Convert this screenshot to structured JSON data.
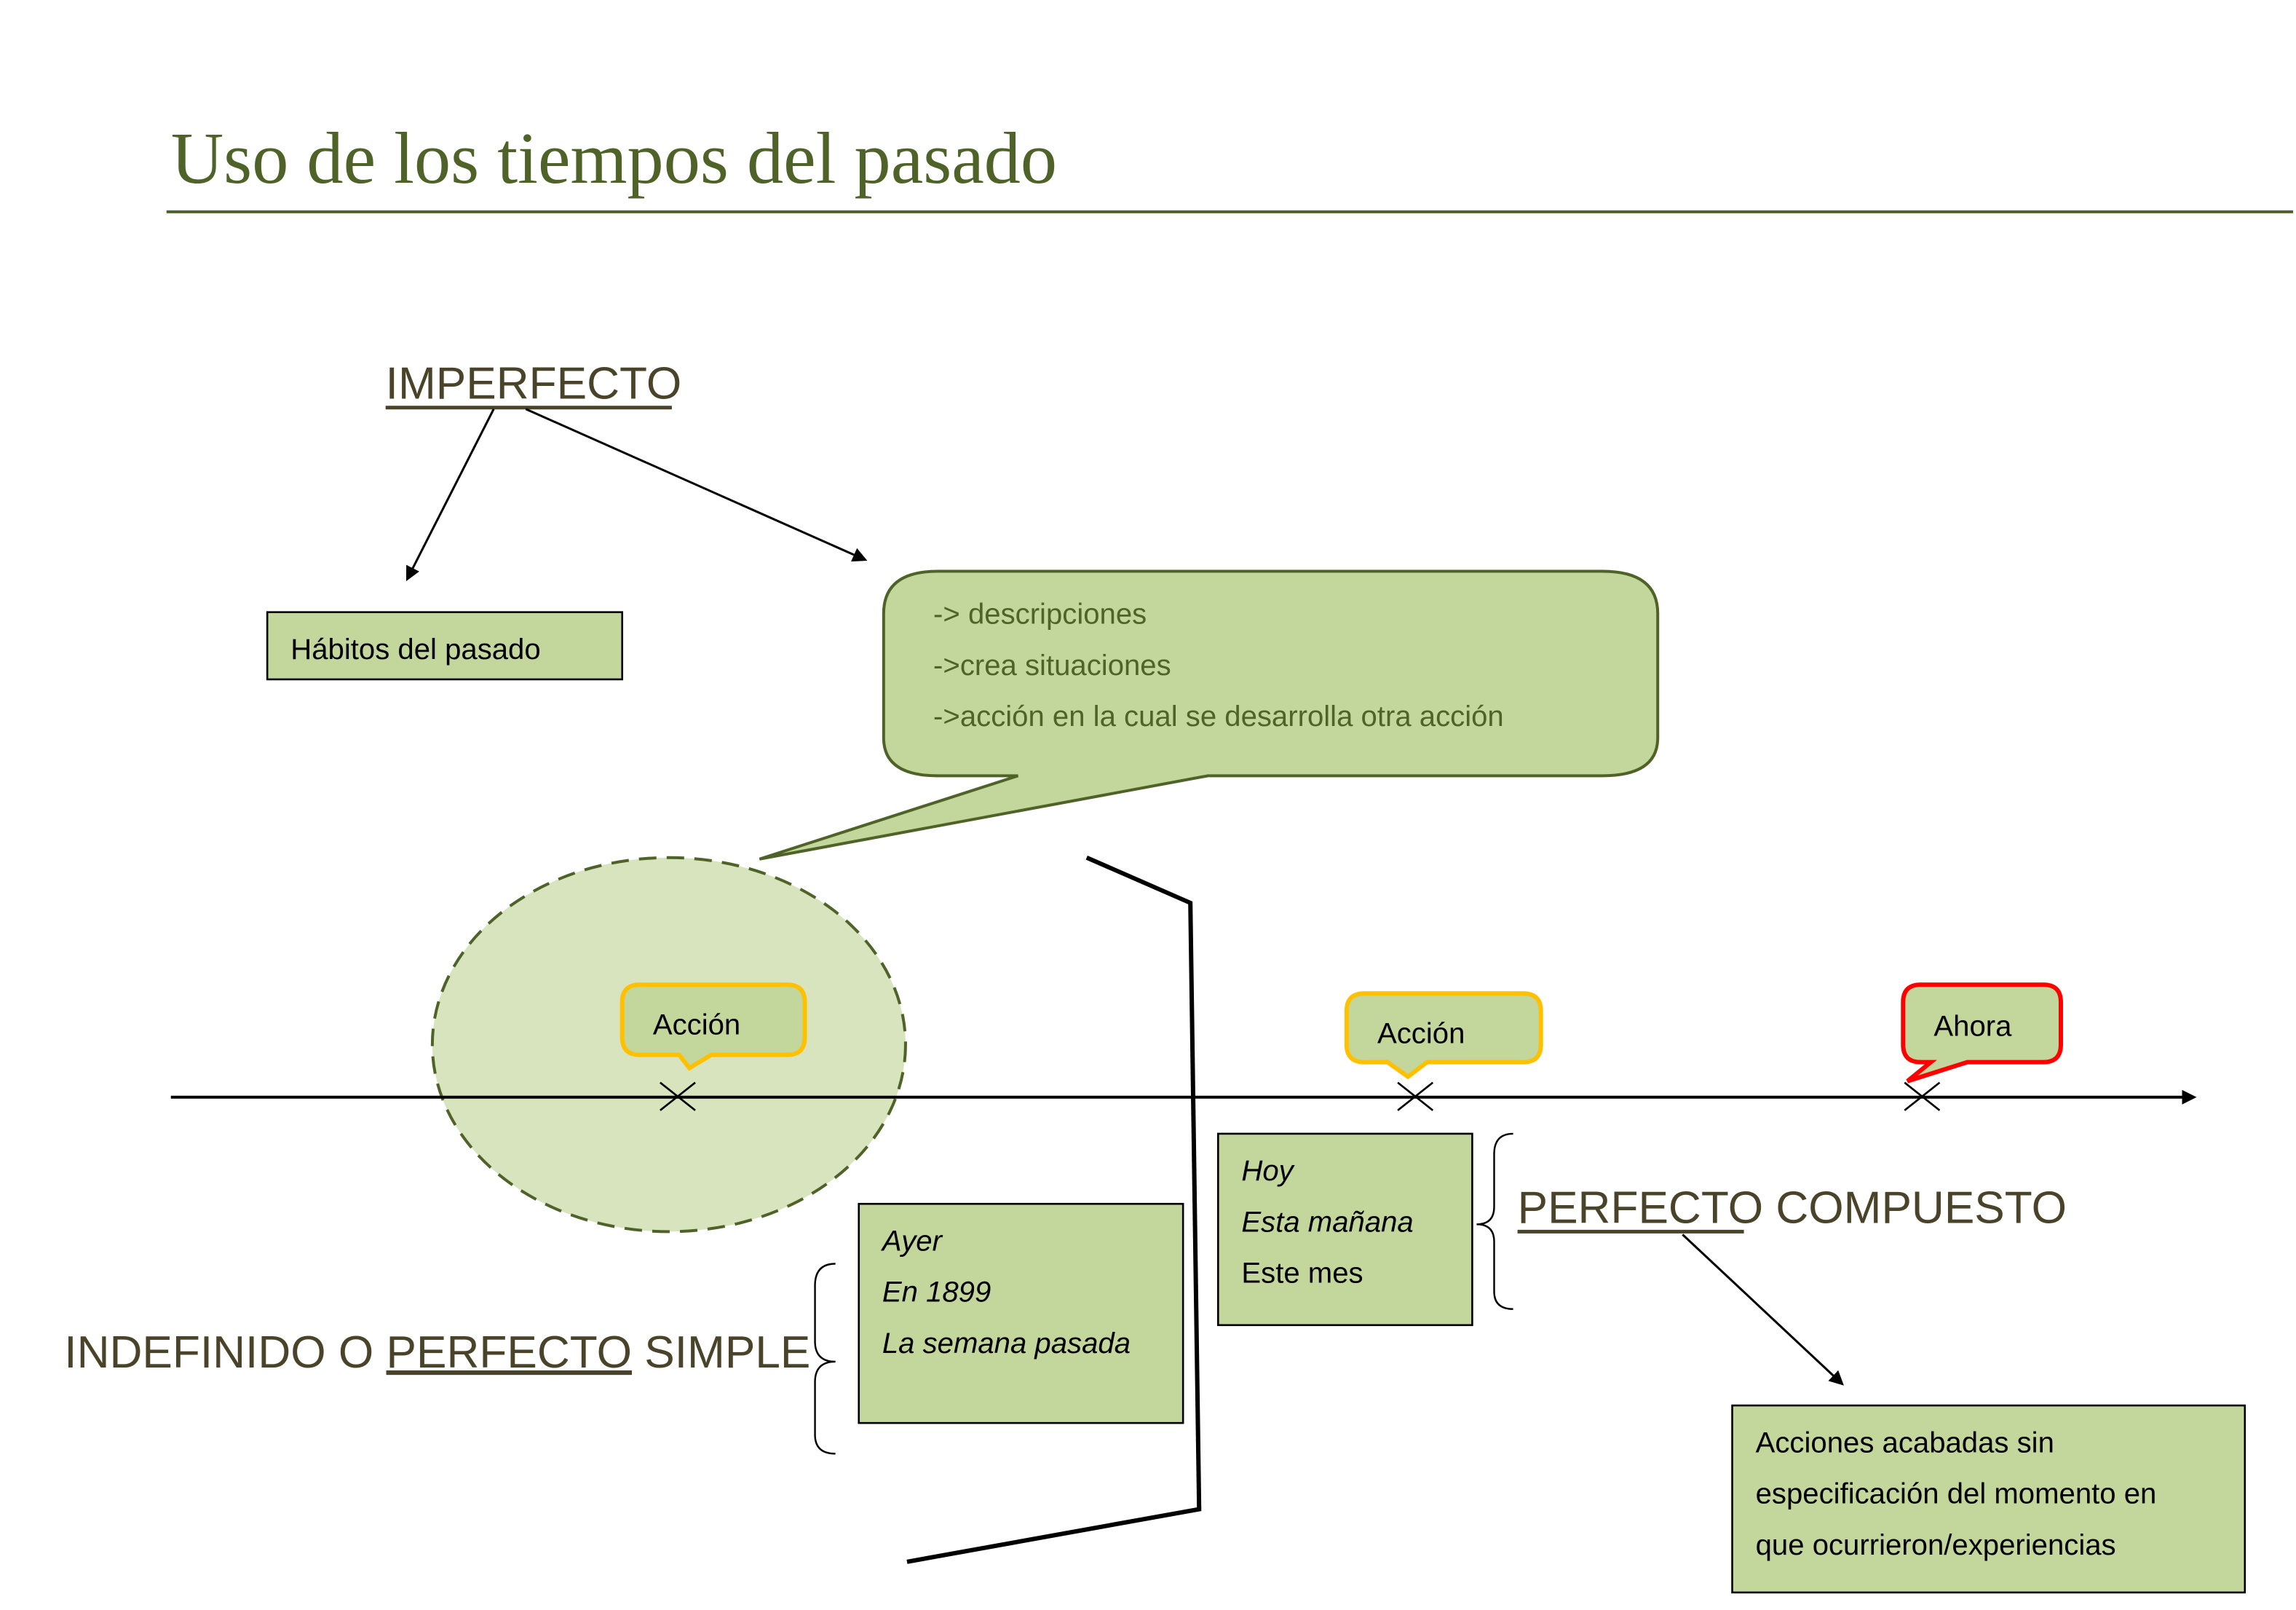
{
  "title": "Uso de los tiempos del pasado",
  "imperfecto": {
    "heading": "IMPERFECTO",
    "habits_box": "Hábitos del pasado",
    "callout_lines": [
      "-> descripciones",
      "->crea situaciones",
      "->acción en la cual se desarrolla otra acción"
    ]
  },
  "timeline": {
    "markers": [
      {
        "label": "Acción",
        "color": "#FFC000"
      },
      {
        "label": "Acción",
        "color": "#FFC000"
      },
      {
        "label": "Ahora",
        "color": "#FF0000"
      }
    ]
  },
  "indefinido": {
    "heading_prefix": "INDEFINIDO O ",
    "heading_underlined": "PERFECTO",
    "heading_suffix": " SIMPLE",
    "examples": [
      "Ayer",
      "En 1899",
      "La semana pasada"
    ]
  },
  "perfecto_compuesto": {
    "heading_underlined": "PERFECTO",
    "heading_suffix": " COMPUESTO",
    "examples": [
      "Hoy",
      "Esta mañana",
      "Este mes"
    ],
    "description_lines": [
      "Acciones acabadas sin",
      "especificación del momento en",
      "que ocurrieron/experiencias"
    ]
  },
  "colors": {
    "accent": "#4F6228",
    "box_fill": "#C3D69B",
    "circle_fill": "#D7E4BD"
  }
}
